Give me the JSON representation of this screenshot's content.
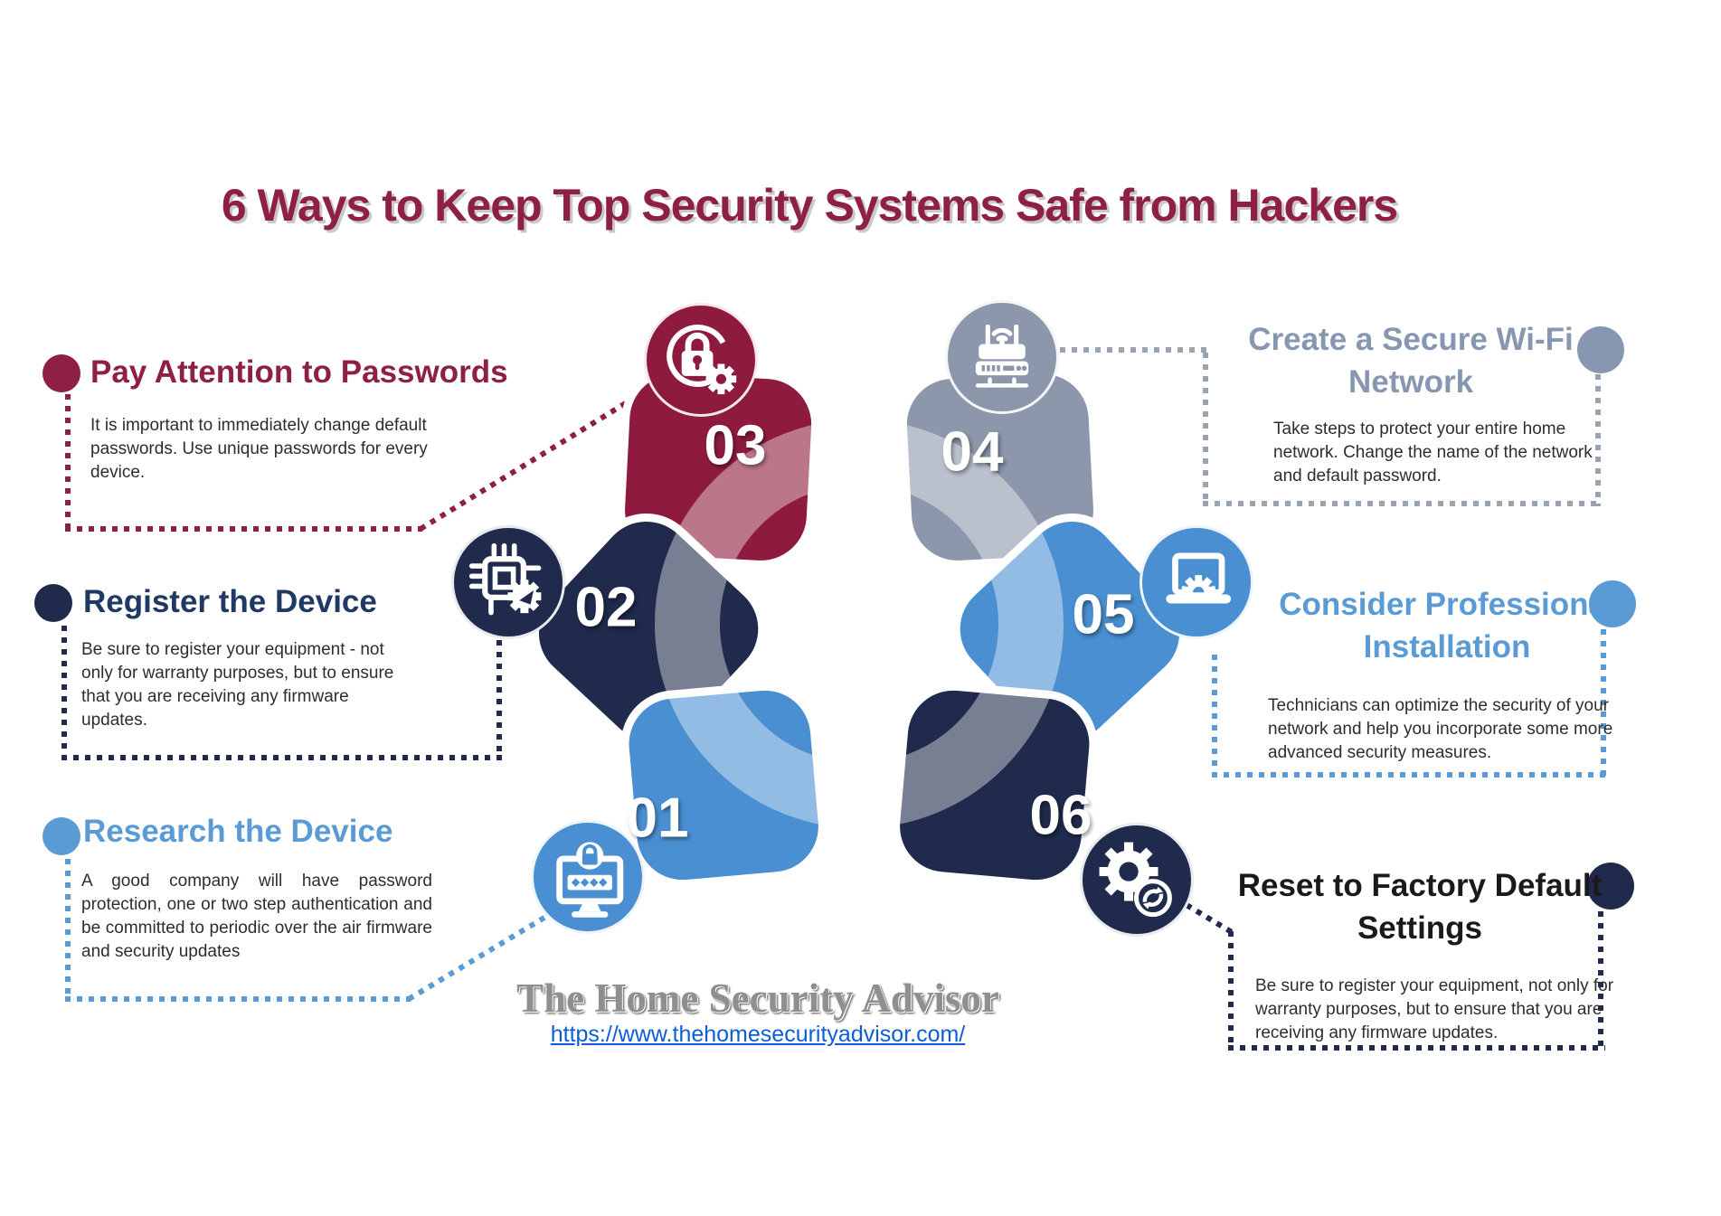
{
  "title": "6 Ways to Keep Top Security Systems Safe from Hackers",
  "brand": {
    "name": "The Home Security Advisor",
    "url": "https://www.thehomesecurityadvisor.com/"
  },
  "palette": {
    "maroon": "#8E1B3D",
    "navy": "#1F2A4C",
    "gray_blue": "#8C97AB",
    "blue": "#4A8FD1",
    "heading_blue": "#5B9BD5",
    "heading_gray": "#8796B1",
    "heading_navy": "#1F3864",
    "title_maroon": "#8E2045",
    "body_text": "#2d2d2d"
  },
  "steps": [
    {
      "number": "01",
      "heading": "Research the Device",
      "body": "A good company will have password protection, one or two step authentication and be committed to periodic over the air firmware and security updates",
      "icon": "monitor-password-icon",
      "color": "#4A8FD1"
    },
    {
      "number": "02",
      "heading": "Register the Device",
      "body": "Be sure to register your equipment - not only for warranty purposes, but to ensure that you are receiving any firmware updates.",
      "icon": "chip-gear-icon",
      "color": "#1F2A4C"
    },
    {
      "number": "03",
      "heading": "Pay Attention to Passwords",
      "body": "It is important to immediately change default passwords. Use unique passwords for every device.",
      "icon": "lock-gear-icon",
      "color": "#8E1B3D"
    },
    {
      "number": "04",
      "heading": "Create a Secure Wi-Fi Network",
      "body": "Take steps to protect your entire home network.  Change the name of the network and default password.",
      "icon": "router-wifi-icon",
      "color": "#8C97AB"
    },
    {
      "number": "05",
      "heading": "Consider Professional Installation",
      "body": "Technicians can optimize the security of your network and help you incorporate some more advanced security measures.",
      "icon": "laptop-gear-icon",
      "color": "#4A8FD1"
    },
    {
      "number": "06",
      "heading": "Reset to Factory Default Settings",
      "body": "Be sure to register your equipment,  not only for warranty purposes, but to ensure that you are receiving any firmware updates.",
      "icon": "gear-sync-icon",
      "color": "#1F2A4C"
    }
  ]
}
